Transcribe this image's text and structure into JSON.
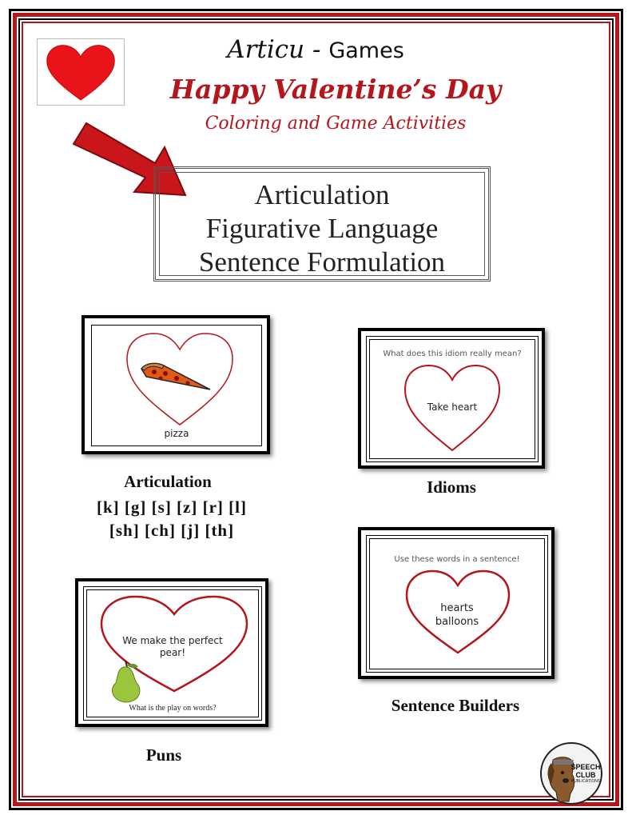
{
  "header": {
    "brand_main": "Articu -",
    "brand_games": "Games",
    "title": "Happy Valentine’s Day",
    "subtitle": "Coloring and Game Activities"
  },
  "topics": [
    "Articulation",
    "Figurative Language",
    "Sentence Formulation"
  ],
  "cards": {
    "articulation": {
      "word": "pizza"
    },
    "idioms": {
      "prompt": "What does this idiom really mean?",
      "text": "Take heart"
    },
    "sentence": {
      "prompt": "Use these words in a sentence!",
      "line1": "hearts",
      "line2": "balloons"
    },
    "puns": {
      "text_line1": "We make the perfect",
      "text_line2": "pear!",
      "question": "What is the play on words?"
    }
  },
  "labels": {
    "articulation": "Articulation",
    "sounds_line1": "[k] [g] [s] [z] [r] [l]",
    "sounds_line2": "[sh] [ch] [j] [th]",
    "idioms": "Idioms",
    "sentence_builders": "Sentence Builders",
    "puns": "Puns"
  },
  "logo": {
    "line1": "SPEECH",
    "line2": "CLUB",
    "line3": "PUBLICATIONS"
  },
  "colors": {
    "accent": "#b4161b",
    "heart_fill": "#e8141a",
    "pear": "#9bc53d"
  },
  "icons": [
    "heart-icon",
    "arrow-icon",
    "pizza-icon",
    "pear-icon",
    "dog-icon"
  ]
}
